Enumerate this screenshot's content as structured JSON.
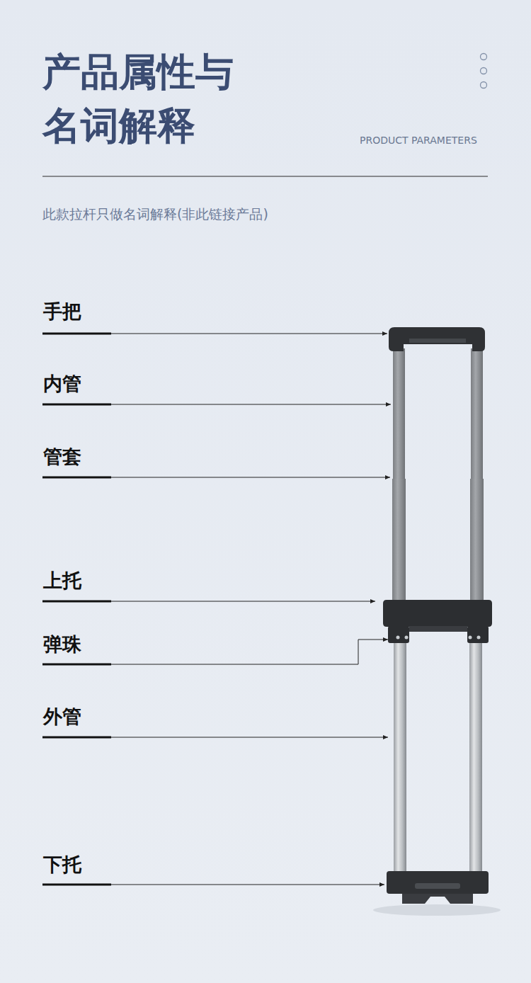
{
  "diagram": {
    "title": "产品属性与 名词解释",
    "labels": [
      "PRODUCT PARAMETERS",
      "此款拉杆只做名词解释(非此链接产品)",
      "手把",
      "内管",
      "管套",
      "上托",
      "弹珠",
      "外管",
      "下托"
    ]
  }
}
